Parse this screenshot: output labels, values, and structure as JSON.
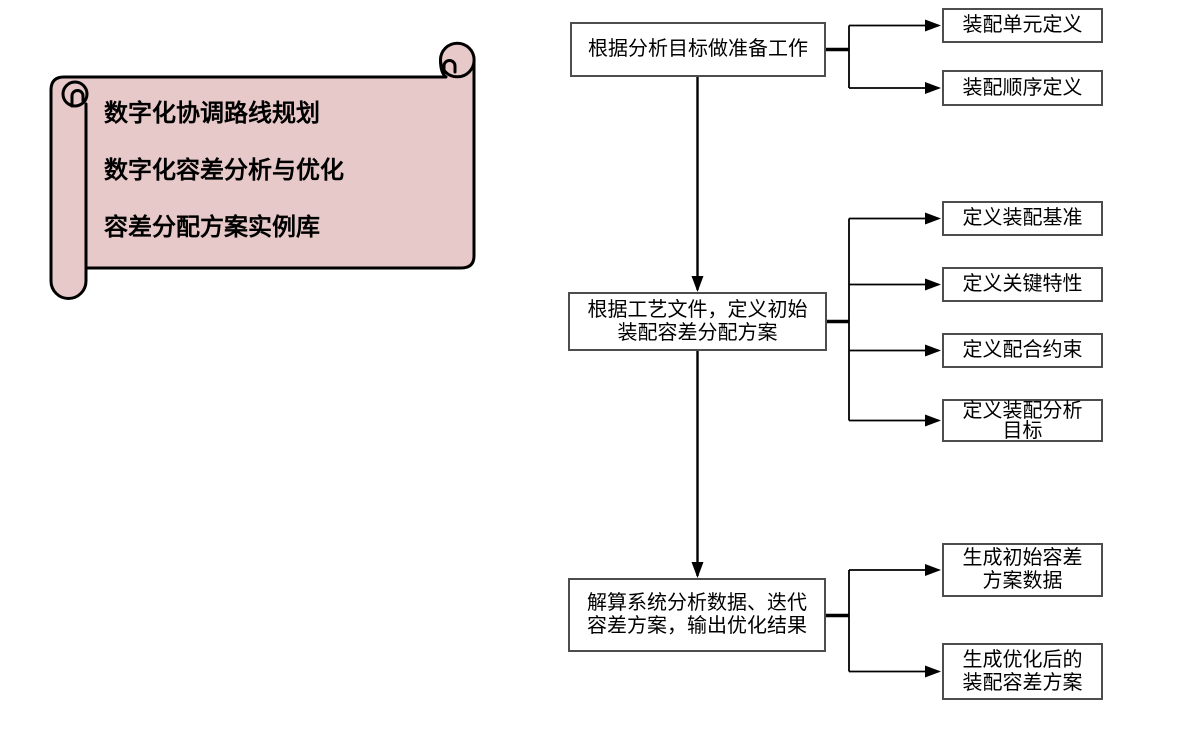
{
  "scroll_note": {
    "lines": [
      "数字化协调路线规划",
      "数字化容差分析与优化",
      "容差分配方案实例库"
    ]
  },
  "flowchart": {
    "main_steps": {
      "step1": "根据分析目标做准备工作",
      "step2": "根据工艺文件，定义初始\n装配容差分配方案",
      "step3": "解算系统分析数据、迭代\n容差方案，输出优化结果"
    },
    "outputs": {
      "step1_out1": "装配单元定义",
      "step1_out2": "装配顺序定义",
      "step2_out1": "定义装配基准",
      "step2_out2": "定义关键特性",
      "step2_out3": "定义配合约束",
      "step2_out4": "定义装配分析\n目标",
      "step3_out1": "生成初始容差\n方案数据",
      "step3_out2": "生成优化后的\n装配容差方案"
    }
  },
  "colors": {
    "background": "#ffffff",
    "scroll_fill": "#e8c9c9",
    "scroll_outline": "#000000",
    "box_border": "#4d4d4d",
    "box_fill": "#ffffff",
    "connector": "#000000",
    "text": "#000000"
  }
}
